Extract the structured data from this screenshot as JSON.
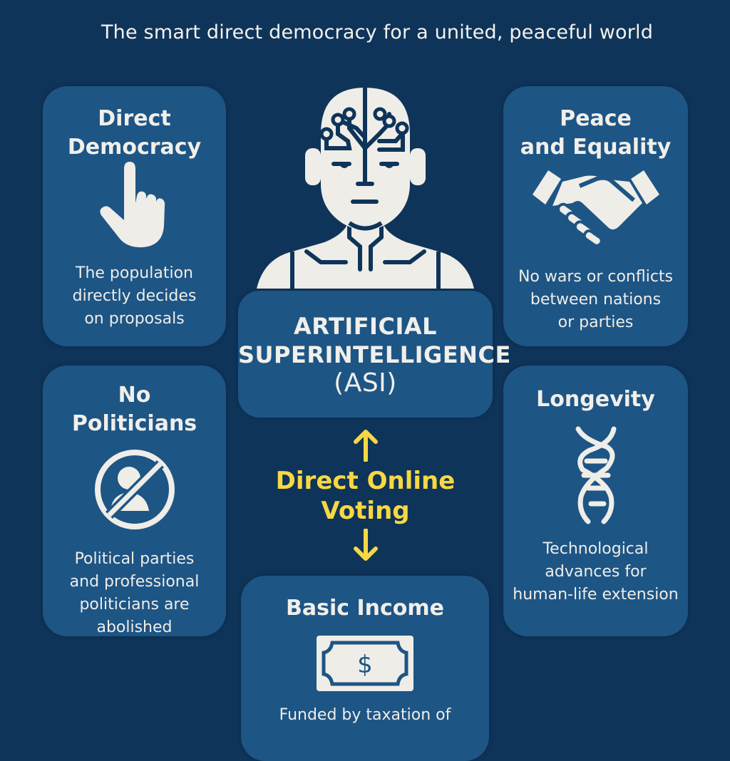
{
  "header": {
    "title": "The smart direct democracy for a united, peaceful world"
  },
  "center": {
    "robot_icon": "ai-robot-head-icon",
    "asi_card": {
      "title_line1": "ARTIFICIAL",
      "title_line2": "SUPERINTELLIGENCE",
      "title_line3": "(ASI)"
    },
    "voting": {
      "line1": "Direct Online",
      "line2": "Voting",
      "arrow_up_icon": "arrow-up-icon",
      "arrow_down_icon": "arrow-down-icon"
    }
  },
  "cards": [
    {
      "id": "direct-democracy",
      "title_line1": "Direct",
      "title_line2": "Democracy",
      "icon": "pointing-hand-icon",
      "desc_line1": "The population",
      "desc_line2": "directly decides",
      "desc_line3": "on proposals"
    },
    {
      "id": "peace-equality",
      "title_line1": "Peace",
      "title_line2": "and Equality",
      "icon": "handshake-icon",
      "desc_line1": "No wars or conflicts",
      "desc_line2": "between nations",
      "desc_line3": "or parties"
    },
    {
      "id": "no-politicians",
      "title_line1": "No",
      "title_line2": "Politicians",
      "icon": "no-person-icon",
      "desc_line1": "Political parties",
      "desc_line2": "and professional",
      "desc_line3": "politicians are",
      "desc_line4": "abolished"
    },
    {
      "id": "longevity",
      "title_line1": "Longevity",
      "icon": "dna-icon",
      "desc_line1": "Technological",
      "desc_line2": "advances for",
      "desc_line3": "human-life extension"
    },
    {
      "id": "basic-income",
      "title_line1": "Basic Income",
      "icon": "dollar-bill-icon",
      "desc_line1": "Funded by taxation of"
    }
  ],
  "colors": {
    "background": "#0f3459",
    "card": "#1d5585",
    "text": "#efede8",
    "accent_yellow": "#f7d842"
  }
}
